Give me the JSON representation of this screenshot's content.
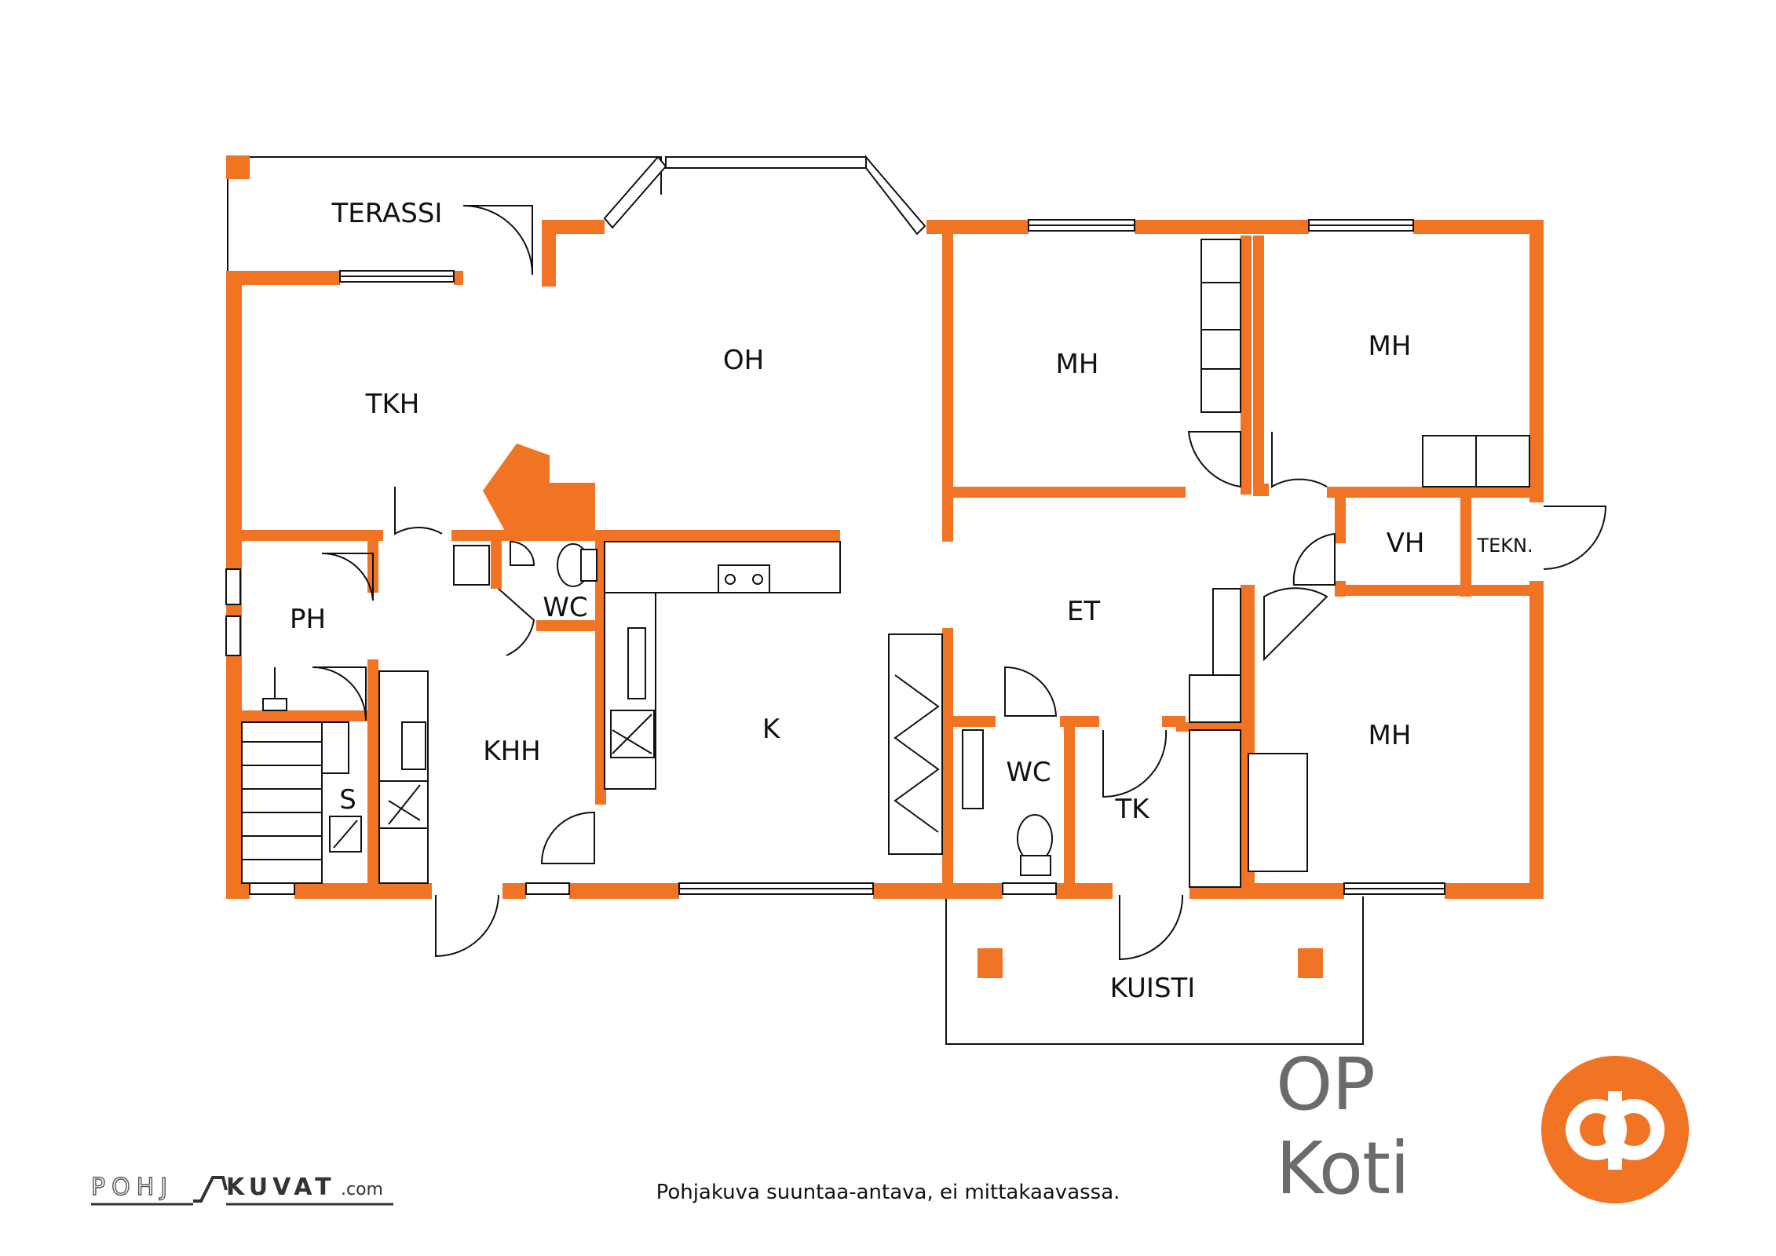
{
  "rooms": {
    "terassi": "TERASSI",
    "oh": "OH",
    "tkh": "TKH",
    "mh1": "MH",
    "mh2": "MH",
    "mh3": "MH",
    "ph": "PH",
    "wc1": "WC",
    "wc2": "WC",
    "khh": "KHH",
    "k": "K",
    "et": "ET",
    "vh": "VH",
    "tekn": "TEKN.",
    "s": "S",
    "tk": "TK",
    "kuisti": "KUISTI"
  },
  "brand": {
    "name": "OP Koti",
    "color": "#f07424",
    "text_color": "#6b6b6b"
  },
  "disclaimer": "Pohjakuva suuntaa-antava, ei mittakaavassa.",
  "source_logo": {
    "part1": "POHJ",
    "part2": "KUVAT",
    "suffix": ".com"
  },
  "colors": {
    "wall": "#f07424",
    "line": "#111111"
  }
}
